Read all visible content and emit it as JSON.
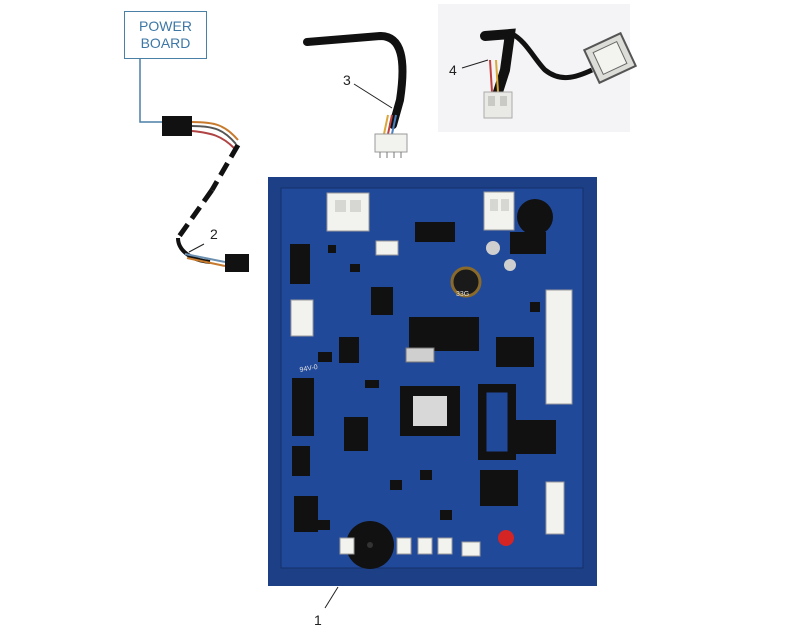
{
  "power_board": {
    "line1": "POWER",
    "line2": "BOARD"
  },
  "callouts": {
    "c1": "1",
    "c2": "2",
    "c3": "3",
    "c4": "4"
  },
  "board": {
    "chip_label": "33G",
    "silk": "94V-0"
  },
  "colors": {
    "board_blue": "#1d3f86",
    "label_blue": "#3d77a6"
  }
}
